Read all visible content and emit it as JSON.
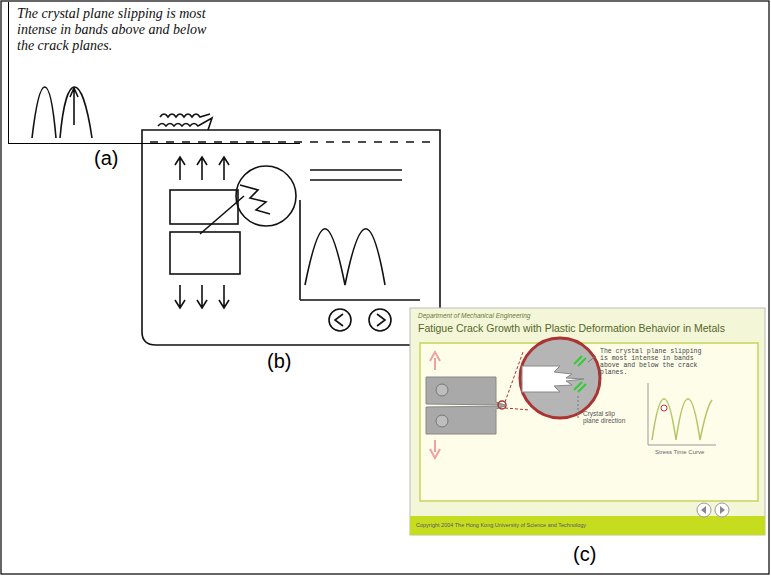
{
  "diagram": {
    "nodes": [
      {
        "text": [
          "The crystal plane slipping is most intense in bands above and below the crack planes."
        ]
      },
      {
        "text": [
          "Department of Mechanical Engineering",
          "Fatigue Crack Growth with Plastic Deformation Behavior in Metals"
        ]
      }
    ],
    "labels": [
      "(a)",
      "(b)",
      "(c)",
      "The crystal plane slipping is most intense in bands above and below the crack planes.",
      "Crystal slip plane direction",
      "Stress Time Curve",
      "Copyright 2004 The Hong Kong University of Science and Technology"
    ]
  }
}
